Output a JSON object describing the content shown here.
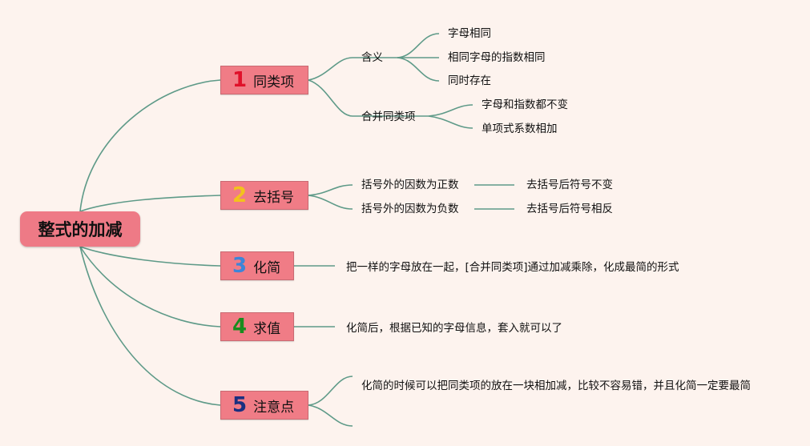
{
  "root": {
    "label": "整式的加减"
  },
  "colors": {
    "background": "#fdf3ee",
    "node_fill": "#f07c86",
    "connector": "#5e9a88",
    "num1": "#e0112a",
    "num2": "#f3c21c",
    "num3": "#3d85d8",
    "num4": "#1a8c1f",
    "num5": "#1a2f80"
  },
  "branches": [
    {
      "num": "1",
      "label": "同类项",
      "children": [
        {
          "label": "含义",
          "children": [
            "字母相同",
            "相同字母的指数相同",
            "同时存在"
          ]
        },
        {
          "label": "合并同类项",
          "children": [
            "字母和指数都不变",
            "单项式系数相加"
          ]
        }
      ]
    },
    {
      "num": "2",
      "label": "去括号",
      "children": [
        {
          "label": "括号外的因数为正数",
          "children": [
            "去括号后符号不变"
          ]
        },
        {
          "label": "括号外的因数为负数",
          "children": [
            "去括号后符号相反"
          ]
        }
      ]
    },
    {
      "num": "3",
      "label": "化简",
      "note": "把一样的字母放在一起，[合并同类项]通过加减乘除，化成最简的形式"
    },
    {
      "num": "4",
      "label": "求值",
      "note": "化简后，根据已知的字母信息，套入就可以了"
    },
    {
      "num": "5",
      "label": "注意点",
      "note": "化简的时候可以把同类项的放在一块相加减，比较不容易错，并且化简一定要最简"
    }
  ]
}
